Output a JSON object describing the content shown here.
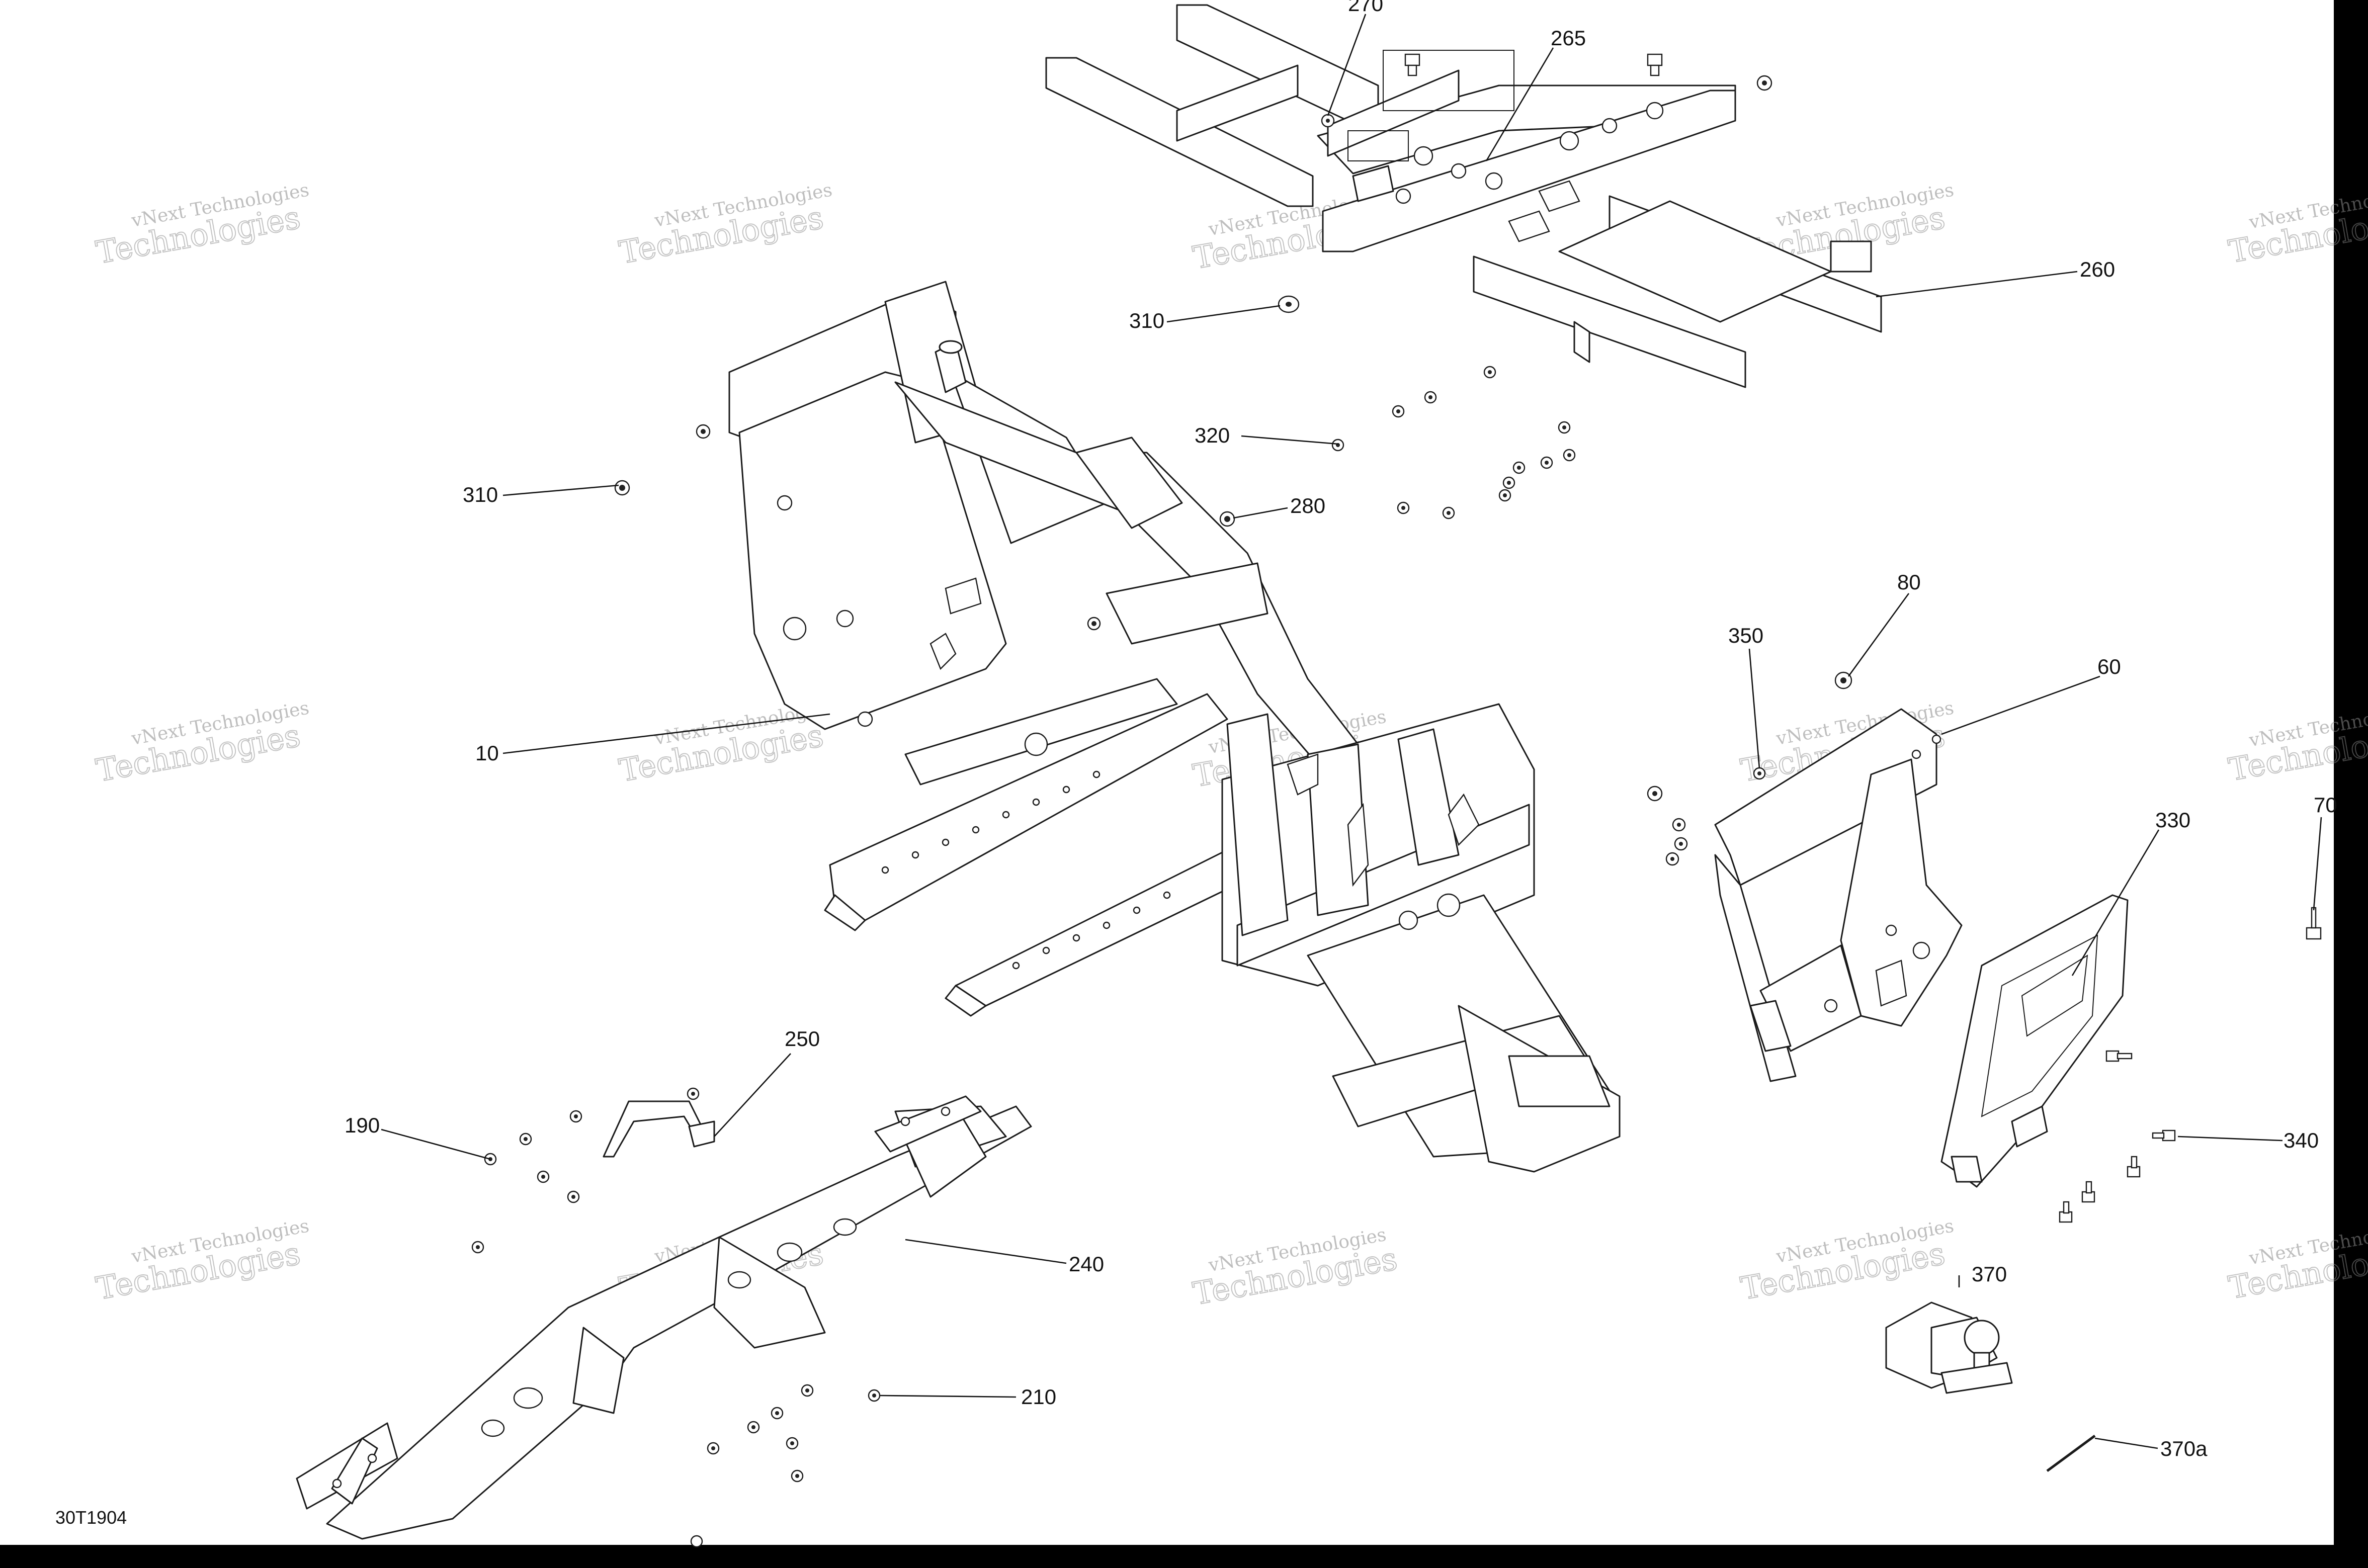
{
  "diagram_code": "30T1904",
  "watermark": {
    "line1": "vNext Technologies",
    "line2": "Technologies"
  },
  "callouts": [
    {
      "id": "c270",
      "text": "270"
    },
    {
      "id": "c265",
      "text": "265"
    },
    {
      "id": "c260",
      "text": "260"
    },
    {
      "id": "c310a",
      "text": "310"
    },
    {
      "id": "c320",
      "text": "320"
    },
    {
      "id": "c310b",
      "text": "310"
    },
    {
      "id": "c280",
      "text": "280"
    },
    {
      "id": "c80",
      "text": "80"
    },
    {
      "id": "c350",
      "text": "350"
    },
    {
      "id": "c60",
      "text": "60"
    },
    {
      "id": "c10",
      "text": "10"
    },
    {
      "id": "c330",
      "text": "330"
    },
    {
      "id": "c70",
      "text": "70"
    },
    {
      "id": "c250",
      "text": "250"
    },
    {
      "id": "c190",
      "text": "190"
    },
    {
      "id": "c240",
      "text": "240"
    },
    {
      "id": "c340",
      "text": "340"
    },
    {
      "id": "c370",
      "text": "370"
    },
    {
      "id": "c210",
      "text": "210"
    },
    {
      "id": "c370a",
      "text": "370a"
    }
  ]
}
